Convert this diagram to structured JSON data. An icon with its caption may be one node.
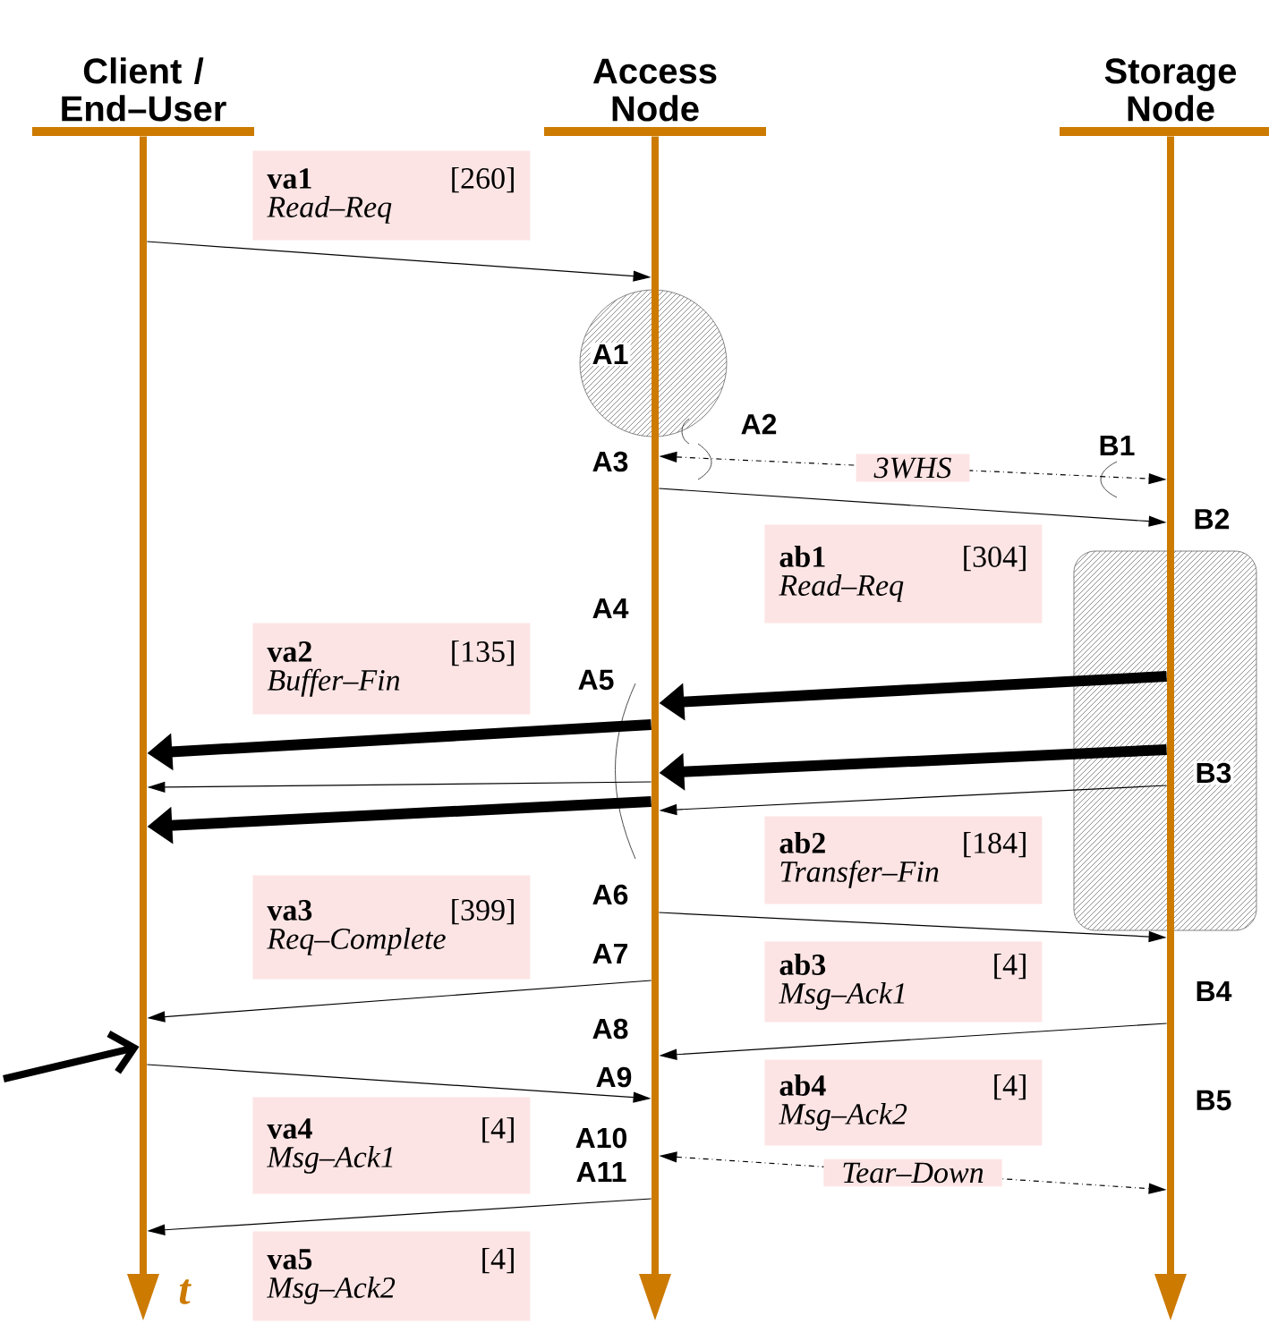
{
  "diagram": {
    "nodes": [
      {
        "text": [
          "Client / End–User"
        ]
      },
      {
        "text": [
          "Access Node"
        ]
      },
      {
        "text": [
          "Storage Node"
        ]
      },
      {
        "text": [
          "va1",
          "[260]",
          "Read–Req"
        ]
      },
      {
        "text": [
          "ab1",
          "[304]",
          "Read–Req"
        ]
      },
      {
        "text": [
          "va2",
          "[135]",
          "Buffer–Fin"
        ]
      },
      {
        "text": [
          "ab2",
          "[184]",
          "Transfer–Fin"
        ]
      },
      {
        "text": [
          "va3",
          "[399]",
          "Req–Complete"
        ]
      },
      {
        "text": [
          "ab3",
          "[4]",
          "Msg–Ack1"
        ]
      },
      {
        "text": [
          "ab4",
          "[4]",
          "Msg–Ack2"
        ]
      },
      {
        "text": [
          "va4",
          "[4]",
          "Msg–Ack1"
        ]
      },
      {
        "text": [
          "va5",
          "[4]",
          "Msg–Ack2"
        ]
      }
    ],
    "edges": [
      {
        "from": 0,
        "to": 1,
        "arrow": "to"
      },
      {
        "from": 1,
        "to": 2,
        "arrow": "both",
        "style": "dashed",
        "label": "3WHS"
      },
      {
        "from": 1,
        "to": 2,
        "arrow": "to"
      },
      {
        "from": 2,
        "to": 1,
        "arrow": "to",
        "style": "thick"
      },
      {
        "from": 1,
        "to": 0,
        "arrow": "to",
        "style": "thick"
      },
      {
        "from": 2,
        "to": 1,
        "arrow": "to",
        "style": "thick"
      },
      {
        "from": 1,
        "to": 0,
        "arrow": "to"
      },
      {
        "from": 2,
        "to": 1,
        "arrow": "to"
      },
      {
        "from": 1,
        "to": 0,
        "arrow": "to",
        "style": "thick"
      },
      {
        "from": 1,
        "to": 2,
        "arrow": "to"
      },
      {
        "from": 1,
        "to": 0,
        "arrow": "to"
      },
      {
        "from": 2,
        "to": 1,
        "arrow": "to"
      },
      {
        "from": 0,
        "to": 1,
        "arrow": "to"
      },
      {
        "from": 1,
        "to": 2,
        "arrow": "both",
        "style": "dashed",
        "label": "Tear–Down"
      },
      {
        "from": 1,
        "to": 0,
        "arrow": "to"
      },
      {
        "from": null,
        "to": 0,
        "arrow": "to",
        "style": "thick"
      }
    ],
    "labels": [
      "A1",
      "A2",
      "A3",
      "B1",
      "B2",
      "A4",
      "A5",
      "B3",
      "A6",
      "A7",
      "B4",
      "A8",
      "A9",
      "B5",
      "A10",
      "A11",
      "t"
    ]
  }
}
